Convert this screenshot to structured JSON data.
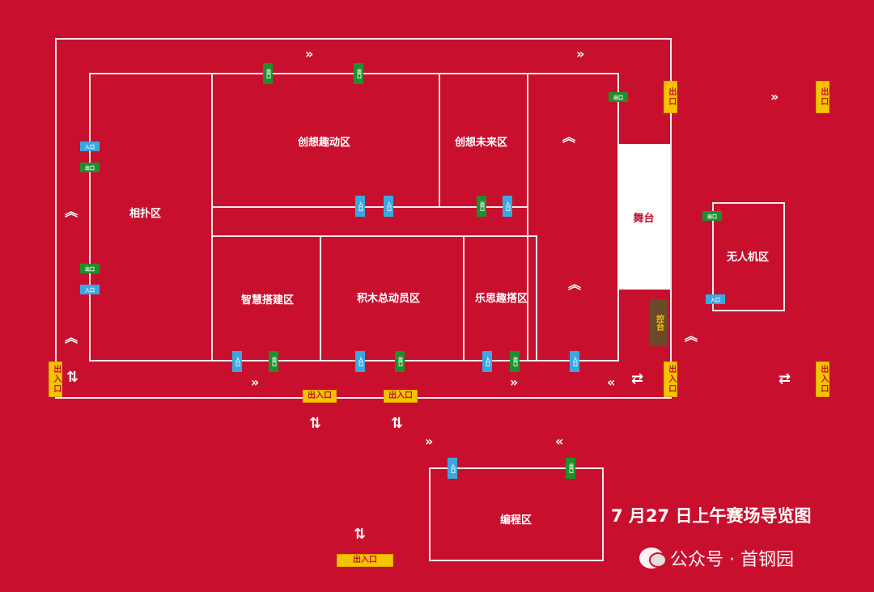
{
  "title": "7 月27 日上午赛场导览图",
  "watermark": {
    "icon": "wechat-icon",
    "text": "公众号 · 首钢园"
  },
  "zones": {
    "xiangpu": "相扑区",
    "chuangxiang_qudong": "创想趣动区",
    "chuangxiang_weilai": "创想未来区",
    "zhihui_dajian": "智慧搭建区",
    "jimu_zongdongyuan": "积木总动员区",
    "lesi_qudai": "乐思趣搭区",
    "wurenji": "无人机区",
    "biancheng": "编程区"
  },
  "stage": "舞台",
  "console": "控台",
  "gates": {
    "exit_top_right": "出口",
    "exit_far_right": "出口",
    "entrance_exit": "出入口"
  },
  "door_tags": {
    "entry": "入口",
    "exit": "出口"
  },
  "icons": {
    "chevrons_right": "»",
    "chevrons_left": "«",
    "chevrons_up": "︽",
    "bidirectional": "⇄",
    "bidirectional_vertical": "⇅"
  }
}
